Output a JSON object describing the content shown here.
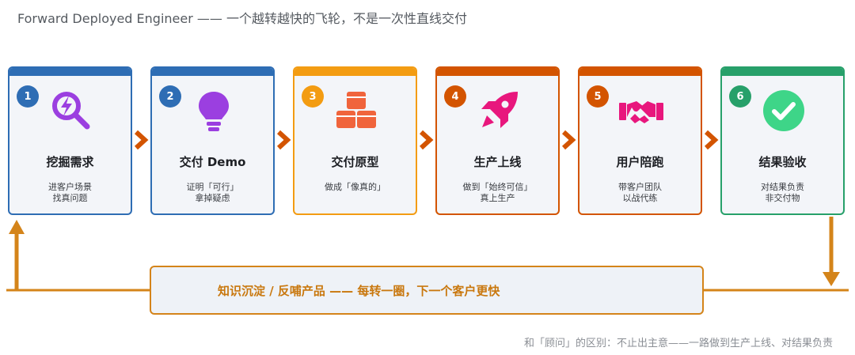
{
  "header": {
    "title": "Forward Deployed Engineer —— 一个越转越快的飞轮，不是一次性直线交付"
  },
  "steps": [
    {
      "num": "1",
      "title": "挖掘需求",
      "desc": [
        "进客户场景",
        "找真问题"
      ],
      "color": "#2e6db4",
      "icon": "search-bolt-icon"
    },
    {
      "num": "2",
      "title": "交付 Demo",
      "desc": [
        "证明「可行」",
        "拿掉疑虑"
      ],
      "color": "#2e6db4",
      "icon": "lightbulb-icon"
    },
    {
      "num": "3",
      "title": "交付原型",
      "desc": [
        "做成「像真的」"
      ],
      "color": "#f39c12",
      "icon": "cubes-icon"
    },
    {
      "num": "4",
      "title": "生产上线",
      "desc": [
        "做到「始终可信」",
        "真上生产"
      ],
      "color": "#d35400",
      "icon": "rocket-icon"
    },
    {
      "num": "5",
      "title": "用户陪跑",
      "desc": [
        "带客户团队",
        "以战代练"
      ],
      "color": "#d35400",
      "icon": "handshake-icon"
    },
    {
      "num": "6",
      "title": "结果验收",
      "desc": [
        "对结果负责",
        "非交付物"
      ],
      "color": "#27a06a",
      "icon": "check-circle-icon"
    }
  ],
  "loop": {
    "label": "知识沉淀 / 反哺产品 —— 每转一圈，下一个客户更快"
  },
  "footer": {
    "note": "和「顾问」的区别：不止出主意——一路做到生产上线、对结果负责"
  },
  "colors": {
    "blue": "#2e6db4",
    "amber": "#f39c12",
    "orange": "#d35400",
    "green": "#27a06a",
    "loop": "#d4841a",
    "icon_purple": "#9b3fe0",
    "icon_orange": "#f0643c",
    "icon_pink": "#e8177d",
    "icon_green": "#3ed588"
  }
}
